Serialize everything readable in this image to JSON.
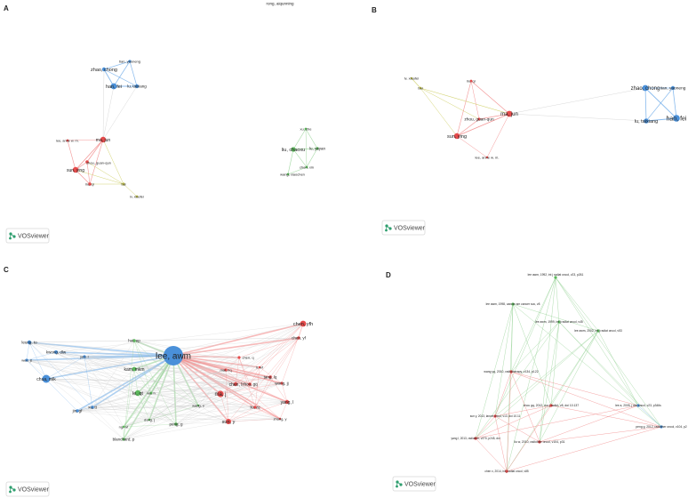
{
  "colors": {
    "blue": "#4a90d9",
    "red": "#e64b4b",
    "green": "#5cb85c",
    "yellow": "#c8c850",
    "edge_blue": "#6aa9e8",
    "edge_red": "#f08080",
    "edge_green": "#8fd08f",
    "edge_gray": "#cfcfcf",
    "logo_green": "#2e9e6e"
  },
  "logo": {
    "text": "VOSviewer",
    "icon": "vosviewer-logo-icon"
  },
  "panels": [
    {
      "id": "A",
      "nodes": [
        {
          "label": "rong, aiqunning",
          "color": "gray"
        },
        {
          "label": "tian, yaoneng",
          "color": "blue"
        },
        {
          "label": "zhao, chong",
          "color": "blue"
        },
        {
          "label": "han, fei",
          "color": "blue"
        },
        {
          "label": "lu, taixiang",
          "color": "blue"
        },
        {
          "label": "ma, jun",
          "color": "red"
        },
        {
          "label": "lee, anne w. m.",
          "color": "red"
        },
        {
          "label": "zhou, guan-qun",
          "color": "red"
        },
        {
          "label": "sun, ying",
          "color": "red"
        },
        {
          "label": "liu, qi",
          "color": "red"
        },
        {
          "label": "bai",
          "color": "yellow"
        },
        {
          "label": "lv, xiaofei",
          "color": "yellow"
        },
        {
          "label": "xu, zhe",
          "color": "green"
        },
        {
          "label": "liu, chaoxu",
          "color": "green"
        },
        {
          "label": "lu, yayan",
          "color": "green"
        },
        {
          "label": "chen, xin",
          "color": "green"
        },
        {
          "label": "wang, xiaochen",
          "color": "green"
        }
      ]
    },
    {
      "id": "B",
      "nodes": [
        {
          "label": "lv, xiaofei",
          "color": "yellow"
        },
        {
          "label": "bai",
          "color": "yellow"
        },
        {
          "label": "liu, qi",
          "color": "red"
        },
        {
          "label": "ma, jun",
          "color": "red"
        },
        {
          "label": "zhou, guan-qun",
          "color": "red"
        },
        {
          "label": "sun, ying",
          "color": "red"
        },
        {
          "label": "lee, anne w. m.",
          "color": "red"
        },
        {
          "label": "zhao, chong",
          "color": "blue"
        },
        {
          "label": "tian, yaoneng",
          "color": "blue"
        },
        {
          "label": "han, fei",
          "color": "blue"
        },
        {
          "label": "lu, taixiang",
          "color": "blue"
        }
      ]
    },
    {
      "id": "C",
      "nodes": [
        {
          "label": "lee, awm",
          "color": "blue"
        },
        {
          "label": "chua, mlk",
          "color": "blue"
        },
        {
          "label": "leung, to",
          "color": "blue"
        },
        {
          "label": "wee, jt",
          "color": "blue"
        },
        {
          "label": "kwong, dlw",
          "color": "blue"
        },
        {
          "label": "yeo, r",
          "color": "blue"
        },
        {
          "label": "xu, tt",
          "color": "blue"
        },
        {
          "label": "jin, gf",
          "color": "blue"
        },
        {
          "label": "chen, yfh",
          "color": "red"
        },
        {
          "label": "chen, yf",
          "color": "red"
        },
        {
          "label": "sun, y",
          "color": "red"
        },
        {
          "label": "ma, j",
          "color": "red"
        },
        {
          "label": "chen, l",
          "color": "red"
        },
        {
          "label": "tang, lq",
          "color": "red"
        },
        {
          "label": "yang, l",
          "color": "red"
        },
        {
          "label": "zhou, gq",
          "color": "red"
        },
        {
          "label": "chen, q",
          "color": "red"
        },
        {
          "label": "mai, hq",
          "color": "red"
        },
        {
          "label": "wong, jj",
          "color": "red"
        },
        {
          "label": "li, wf",
          "color": "red"
        },
        {
          "label": "liu, zq",
          "color": "red"
        },
        {
          "label": "zhang, y",
          "color": "red"
        },
        {
          "label": "wu, h",
          "color": "green"
        },
        {
          "label": "kam, mkm",
          "color": "green"
        },
        {
          "label": "le, qt",
          "color": "green"
        },
        {
          "label": "peng, g",
          "color": "green"
        },
        {
          "label": "hui, ep",
          "color": "green"
        },
        {
          "label": "wang, s",
          "color": "green"
        },
        {
          "label": "dong, j",
          "color": "green"
        },
        {
          "label": "ng, wt",
          "color": "green"
        },
        {
          "label": "blanchard, p",
          "color": "green"
        }
      ]
    },
    {
      "id": "D",
      "nodes": [
        {
          "label": "lee awm, 1992, int j radiat oncol, v23, p261",
          "color": "green"
        },
        {
          "label": "lee awm, 1998, cancer am cancer soc, v8",
          "color": "green"
        },
        {
          "label": "lee awm, 1999, int j radiat oncol, v45",
          "color": "green"
        },
        {
          "label": "lee awm, 2002, int j radiat oncol, v53",
          "color": "green"
        },
        {
          "label": "wang yq, 2010, radiotherapy, v134, p122",
          "color": "red"
        },
        {
          "label": "zhou gq, 2012, eur j radiol, v8, doi 10.137",
          "color": "red"
        },
        {
          "label": "lee a, 2005, j clin oncol, v23, p346s",
          "color": "blue"
        },
        {
          "label": "sun y, 2013, lancet oncol, v13, doi 10.11",
          "color": "red"
        },
        {
          "label": "peng g, 2012, radiother oncol, v104, p2",
          "color": "blue"
        },
        {
          "label": "yang l, 2013, radiother, v270, p245, doi",
          "color": "red"
        },
        {
          "label": "liu w, 2010, radiother oncol, v104, p31",
          "color": "red"
        },
        {
          "label": "chen x, 2014, int j radiat oncol, v85",
          "color": "red"
        }
      ]
    }
  ]
}
